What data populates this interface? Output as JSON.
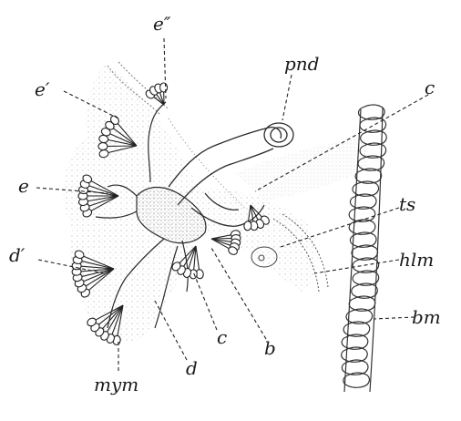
{
  "figure": {
    "labels": {
      "e_double_prime": "e″",
      "e_prime": "e′",
      "e": "e",
      "d_prime": "d′",
      "mym": "mym",
      "d": "d",
      "c": "c",
      "b": "b",
      "pnd": "pnd",
      "c_top": "c",
      "ts": "ts",
      "hlm": "hlm",
      "bm": "bm"
    },
    "ink_color": "#1a1a1a",
    "stipple_color": "#8a8a8a"
  }
}
